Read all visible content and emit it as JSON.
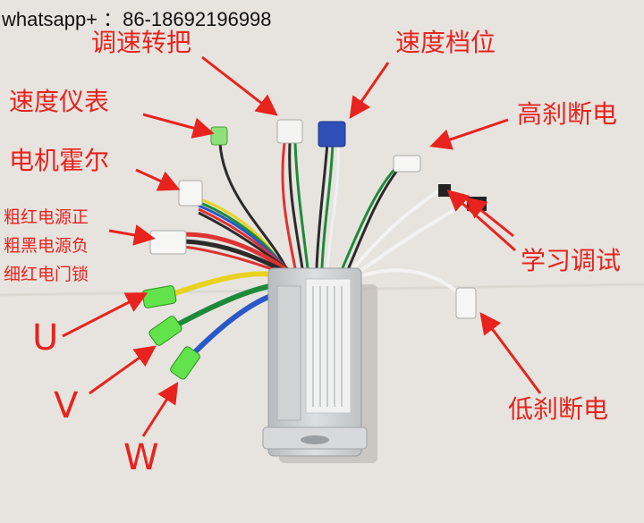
{
  "contact": "whatsapp+ ：86-18692196998",
  "labels": {
    "throttle": "调速转把",
    "speed_gear": "速度档位",
    "speedometer": "速度仪表",
    "high_brake": "高刹断电",
    "motor_hall": "电机霍尔",
    "power_positive": "粗红电源正",
    "power_negative": "粗黑电源负",
    "door_lock": "细红电门锁",
    "learning": "学习调试",
    "phase_u": "U",
    "phase_v": "V",
    "phase_w": "W",
    "low_brake": "低刹断电"
  },
  "colors": {
    "annotation": "#e8231e",
    "background": "#e7e4df",
    "controller_body": "#c9ccce"
  }
}
